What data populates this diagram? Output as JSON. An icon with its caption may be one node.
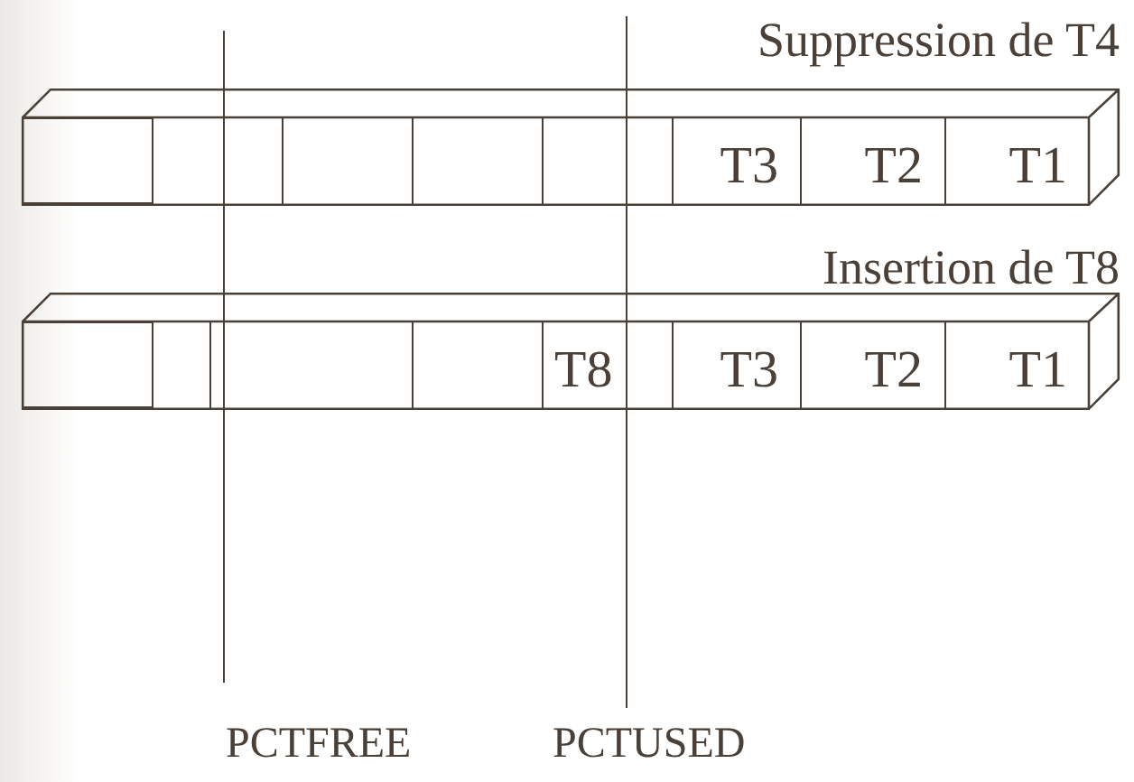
{
  "diagram": {
    "nodes": [
      {
        "text": [
          "Suppression de T4"
        ]
      },
      {
        "text": [],
        "shape": "box",
        "in": 0
      },
      {
        "text": [],
        "shape": "box",
        "in": 0
      },
      {
        "text": [],
        "shape": "box",
        "in": 0
      },
      {
        "text": [],
        "shape": "box",
        "in": 0
      },
      {
        "text": [],
        "shape": "box",
        "in": 0
      },
      {
        "text": [
          "T3"
        ],
        "in": 0
      },
      {
        "text": [
          "T2"
        ],
        "in": 0
      },
      {
        "text": [
          "T1"
        ],
        "in": 0
      },
      {
        "text": [
          "Insertion de T8"
        ]
      },
      {
        "text": [],
        "shape": "box",
        "in": 9
      },
      {
        "text": [],
        "shape": "box",
        "in": 9
      },
      {
        "text": [],
        "shape": "box",
        "in": 9
      },
      {
        "text": [],
        "shape": "box",
        "in": 9
      },
      {
        "text": [
          "T8"
        ],
        "in": 9
      },
      {
        "text": [
          "T3"
        ],
        "in": 9
      },
      {
        "text": [
          "T2"
        ],
        "in": 9
      },
      {
        "text": [
          "T1"
        ],
        "in": 9
      }
    ],
    "edges": [],
    "labels": [
      "PCTFREE",
      "PCTUSED"
    ]
  }
}
